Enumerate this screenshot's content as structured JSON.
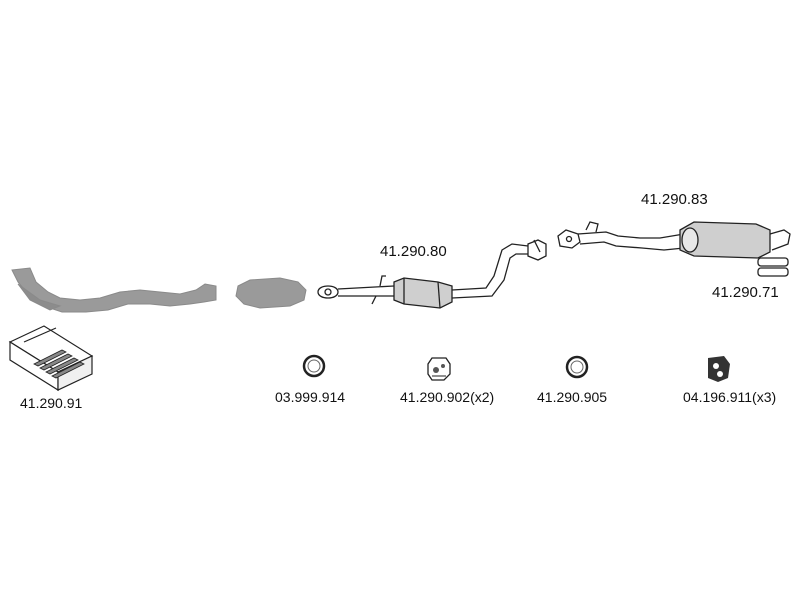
{
  "diagram": {
    "colors": {
      "grey_part": "#9a9a9a",
      "outline": "#222222",
      "muffler_fill": "#cfcfcf",
      "background": "#ffffff"
    },
    "parts": [
      {
        "id": "downpipe",
        "icon": "front-downpipe-grey-icon"
      },
      {
        "id": "catalyst",
        "icon": "catalytic-converter-grey-icon"
      },
      {
        "id": "front_silencer",
        "number": "41.290.80",
        "icon": "front-silencer-pipe-icon"
      },
      {
        "id": "rear_silencer",
        "number": "41.290.83",
        "icon": "rear-silencer-icon"
      },
      {
        "id": "clamp",
        "number": "41.290.71",
        "icon": "clamp-brackets-icon"
      },
      {
        "id": "mounting_kit",
        "number": "41.290.91",
        "icon": "mounting-kit-box-icon"
      },
      {
        "id": "gasket_1",
        "number": "03.999.914",
        "icon": "gasket-ring-icon"
      },
      {
        "id": "rubber_hanger",
        "number": "41.290.902(x2)",
        "icon": "rubber-hanger-icon"
      },
      {
        "id": "gasket_2",
        "number": "41.290.905",
        "icon": "gasket-ring-icon"
      },
      {
        "id": "mounting_rubber",
        "number": "04.196.911(x3)",
        "icon": "mounting-rubber-icon"
      }
    ]
  }
}
